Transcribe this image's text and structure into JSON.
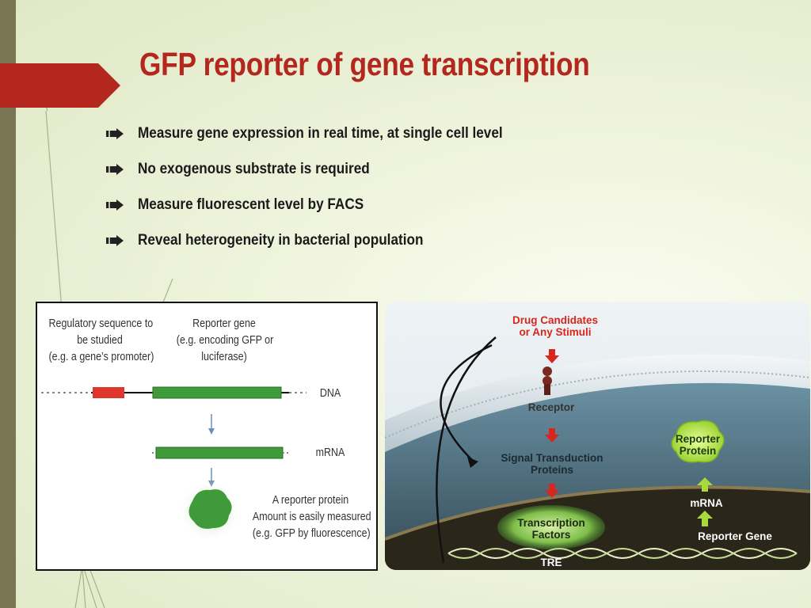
{
  "slide": {
    "title": "GFP reporter of gene transcription",
    "bullets": [
      "Measure gene expression in real time, at single cell level",
      "No exogenous substrate is required",
      "Measure fluorescent level by FACS",
      "Reveal heterogeneity in bacterial population"
    ]
  },
  "left_diagram": {
    "regulatory_label": [
      "Regulatory sequence to",
      "be studied",
      "(e.g. a gene’s promoter)"
    ],
    "reporter_label": [
      "Reporter gene",
      "(e.g. encoding GFP or",
      "luciferase)"
    ],
    "dna_label": "DNA",
    "mrna_label": "mRNA",
    "protein_label": [
      "A reporter protein",
      "Amount is easily measured",
      "(e.g. GFP by fluorescence)"
    ]
  },
  "right_diagram": {
    "drug_label": [
      "Drug Candidates",
      "or Any Stimuli"
    ],
    "receptor_label": "Receptor",
    "signal_label": [
      "Signal Transduction",
      "Proteins"
    ],
    "transcription_label": [
      "Transcription",
      "Factors"
    ],
    "tre_label": "TRE",
    "reporter_protein_label": [
      "Reporter",
      "Protein"
    ],
    "mrna_label": "mRNA",
    "reporter_gene_label": "Reporter Gene"
  },
  "colors": {
    "title": "#b3271e",
    "accent_arrow": "#b3271e",
    "gene_green": "#3f9a3a",
    "promoter_red": "#e0352a",
    "drug_red": "#d8261d",
    "left_bar": "#7a7653"
  }
}
